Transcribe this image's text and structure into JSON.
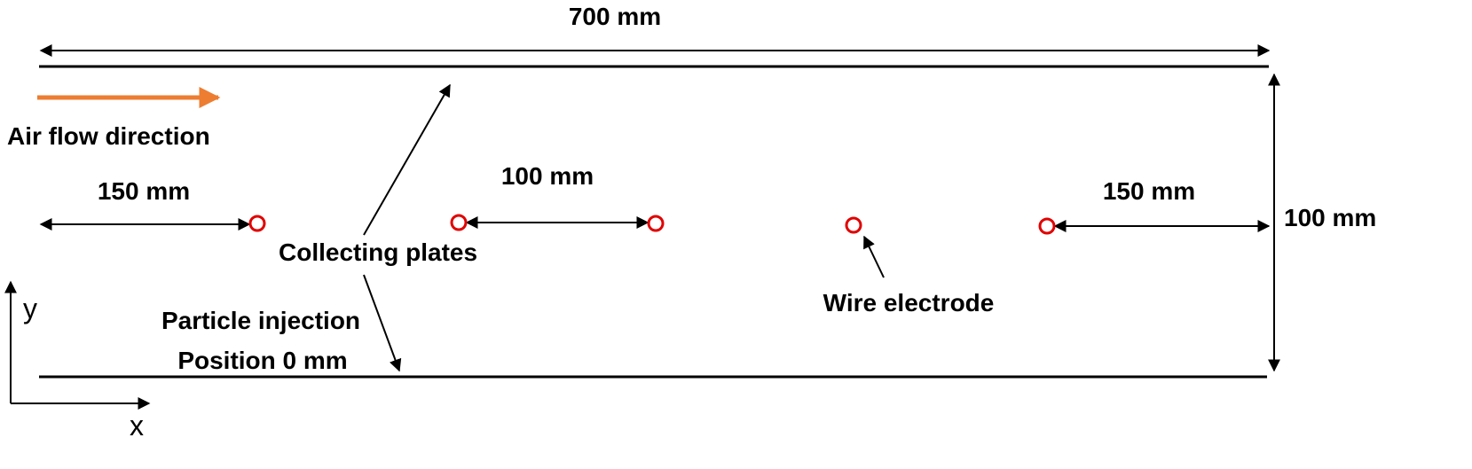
{
  "labels": {
    "total_length": "700 mm",
    "height": "100 mm",
    "inlet_gap": "150 mm",
    "wire_spacing": "100 mm",
    "outlet_gap": "150 mm",
    "air_flow": "Air flow direction",
    "collecting_plates": "Collecting plates",
    "wire_electrode": "Wire electrode",
    "particle_injection_line1": "Particle injection",
    "particle_injection_line2": "Position 0 mm",
    "axis_x": "x",
    "axis_y": "y"
  },
  "colors": {
    "line": "#000000",
    "flow_arrow": "#ED7D31",
    "wire": "#E00000"
  },
  "wire_count": 5
}
